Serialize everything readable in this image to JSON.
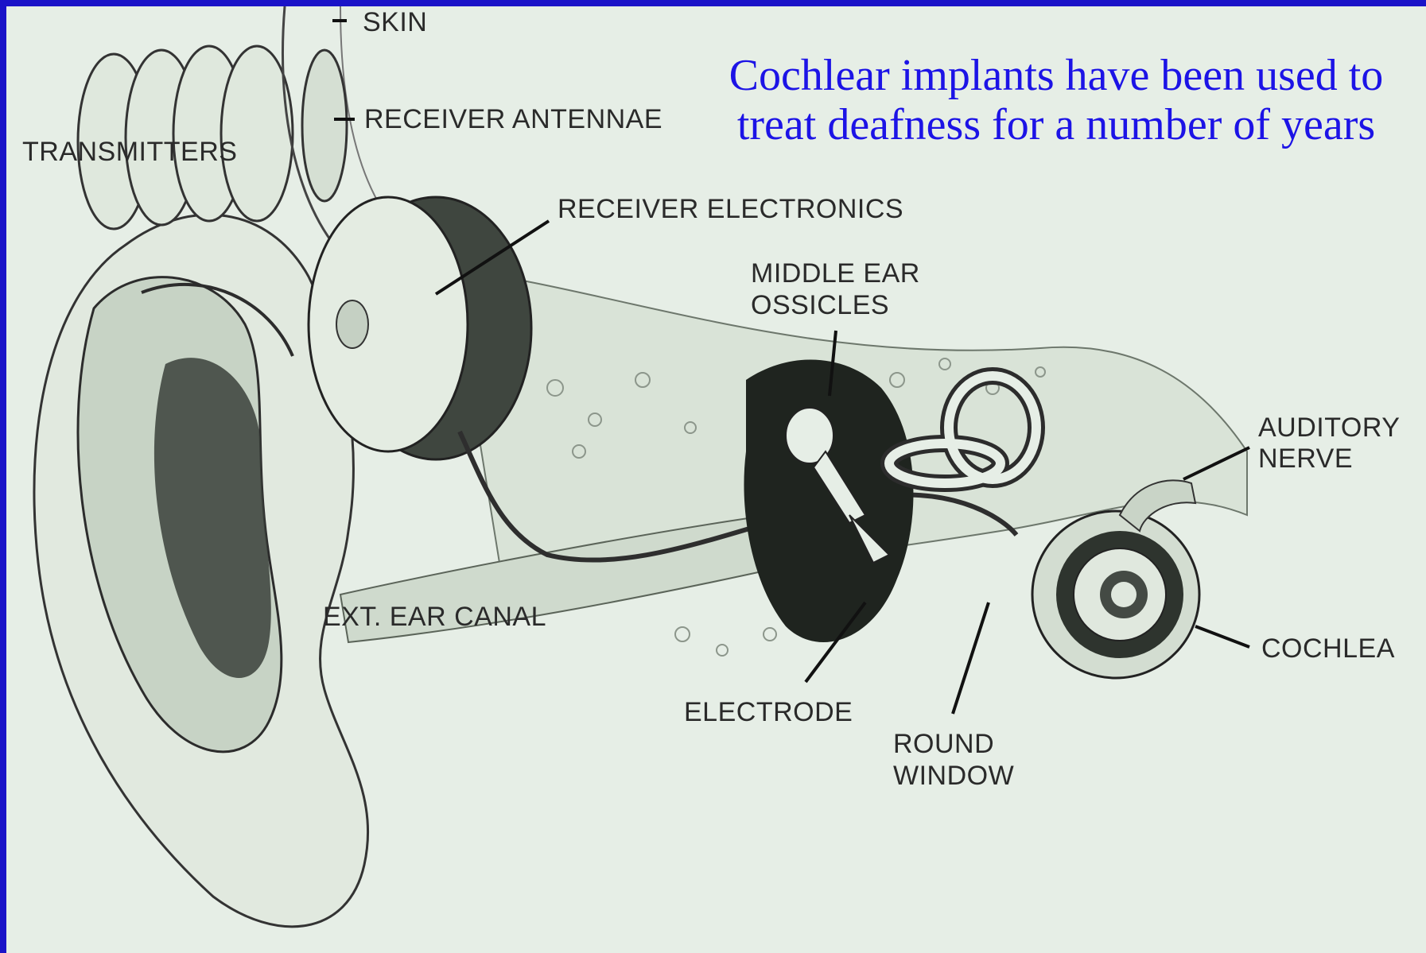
{
  "caption": "Cochlear implants have been used to treat deafness for a number of years",
  "labels": {
    "skin": "SKIN",
    "receiver_antennae": "RECEIVER ANTENNAE",
    "transmitters": "TRANSMITTERS",
    "receiver_electronics": "RECEIVER ELECTRONICS",
    "middle_ear_1": "MIDDLE EAR",
    "middle_ear_2": "OSSICLES",
    "auditory_nerve_1": "AUDITORY",
    "auditory_nerve_2": "NERVE",
    "ext_ear_canal": "EXT. EAR CANAL",
    "cochlea": "COCHLEA",
    "electrode": "ELECTRODE",
    "round_window_1": "ROUND",
    "round_window_2": "WINDOW"
  },
  "colors": {
    "frame": "#1a13c8",
    "background": "#e6eee6",
    "caption": "#1c13e6",
    "ink": "#2a2a2a"
  }
}
